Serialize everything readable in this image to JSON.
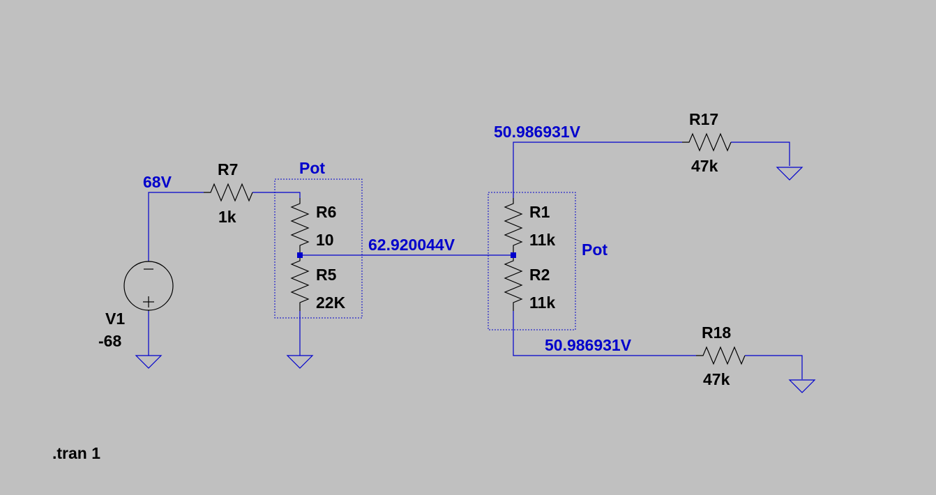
{
  "components": {
    "v1": {
      "name": "V1",
      "value": "-68",
      "icon": "voltage-source-icon"
    },
    "r7": {
      "name": "R7",
      "value": "1k"
    },
    "r6": {
      "name": "R6",
      "value": "10"
    },
    "r5": {
      "name": "R5",
      "value": "22K"
    },
    "r1": {
      "name": "R1",
      "value": "11k"
    },
    "r2": {
      "name": "R2",
      "value": "11k"
    },
    "r17": {
      "name": "R17",
      "value": "47k"
    },
    "r18": {
      "name": "R18",
      "value": "47k"
    }
  },
  "groups": {
    "pot_left": "Pot",
    "pot_right": "Pot"
  },
  "node_voltages": {
    "source": "68V",
    "mid": "62.920044V",
    "top_right": "50.986931V",
    "bottom_right": "50.986931V"
  },
  "directive": ".tran 1",
  "colors": {
    "background": "#c0c0c0",
    "wire": "#0000cc",
    "component": "#000000"
  }
}
